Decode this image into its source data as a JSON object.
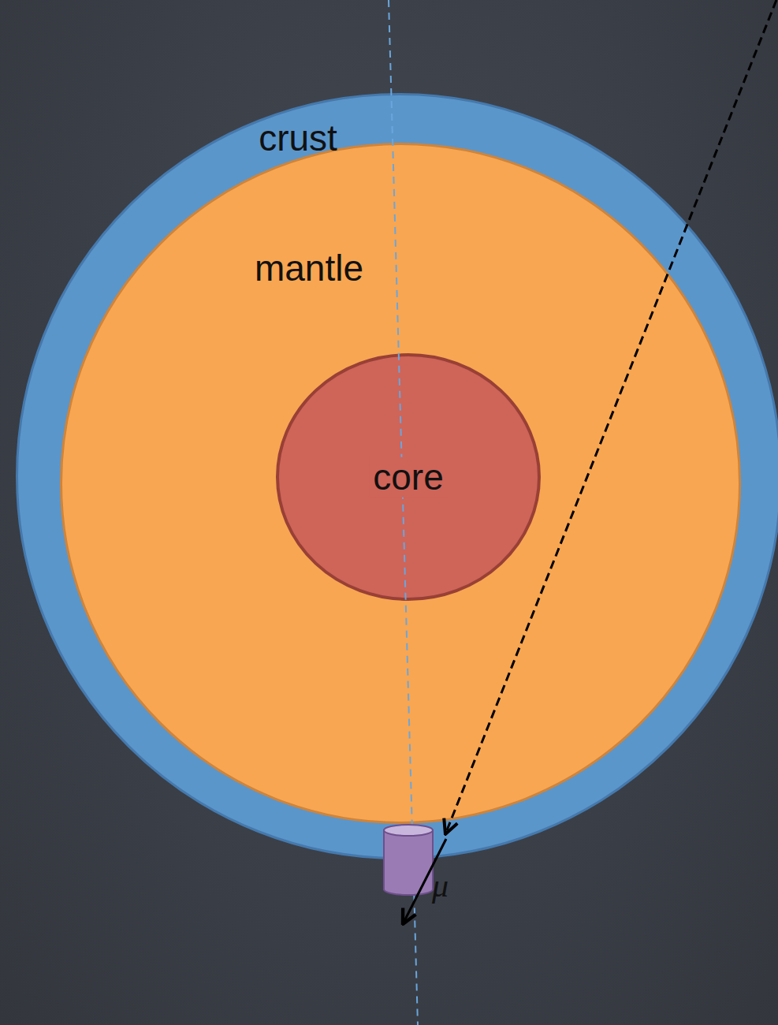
{
  "diagram": {
    "nodes": [
      {
        "text": [
          "crust"
        ]
      },
      {
        "text": [
          "mantle"
        ],
        "in": 0
      },
      {
        "text": [
          "core"
        ],
        "in": 1
      }
    ],
    "labels": [
      "μ"
    ]
  }
}
